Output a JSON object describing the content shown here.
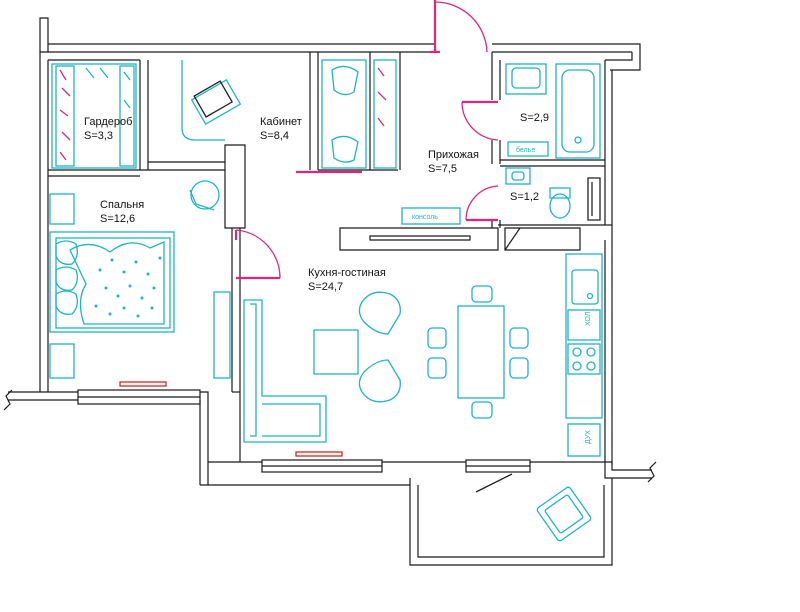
{
  "rooms": [
    {
      "name": "Гардероб",
      "area": "S=3,3"
    },
    {
      "name": "Кабинет",
      "area": "S=8,4"
    },
    {
      "name": "Прихожая",
      "area": "S=7,5"
    },
    {
      "name": "Спальня",
      "area": "S=12,6"
    },
    {
      "name": "Кухня-гостиная",
      "area": "S=24,7"
    },
    {
      "name": "",
      "area": "S=2,9"
    },
    {
      "name": "",
      "area": "S=1,2"
    }
  ],
  "labels": {
    "laundry": "белье",
    "console": "консоль",
    "fridge": "ХОЛ",
    "oven": "ДУХ"
  },
  "colors": {
    "walls": "#1a1a1a",
    "furniture": "#1fb3c6",
    "doors": "#e0257d",
    "radiators": "#dd1111"
  }
}
